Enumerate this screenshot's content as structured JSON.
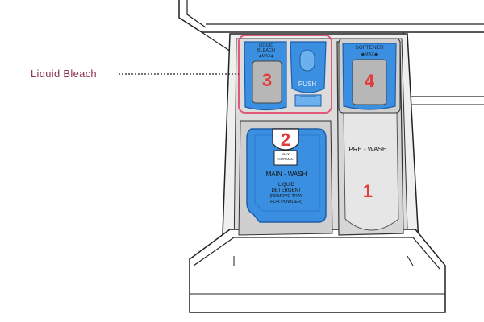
{
  "callout": {
    "label": "Liquid Bleach"
  },
  "compartments": {
    "bleach": {
      "number": "3",
      "header": "LIQUID\nBLEACH",
      "header_line1": "LIQUID",
      "header_line2": "BLEACH",
      "max": "◆MAX◆"
    },
    "push": {
      "label": "PUSH"
    },
    "softener": {
      "number": "4",
      "header": "SOFTENER",
      "max": "◆MAX◆"
    },
    "main_wash": {
      "number": "2",
      "title": "MAIN - WASH",
      "cup_line1": "MAX",
      "cup_line2": "NORMAL",
      "line1": "LIQUID",
      "line2": "DETERGENT",
      "line3": "(REMOVE TRAY",
      "line4": "FOR POWDER)"
    },
    "pre_wash": {
      "number": "1",
      "title": "PRE - WASH"
    }
  },
  "colors": {
    "blue": "#3a8fe0",
    "blue_dark": "#1f6fc0",
    "gray_panel": "#d9d9d9",
    "gray_insert": "#b7b7b7",
    "number_red": "#e33a3a",
    "callout": "#8a2f4b",
    "highlight_border": "#e0587a"
  }
}
